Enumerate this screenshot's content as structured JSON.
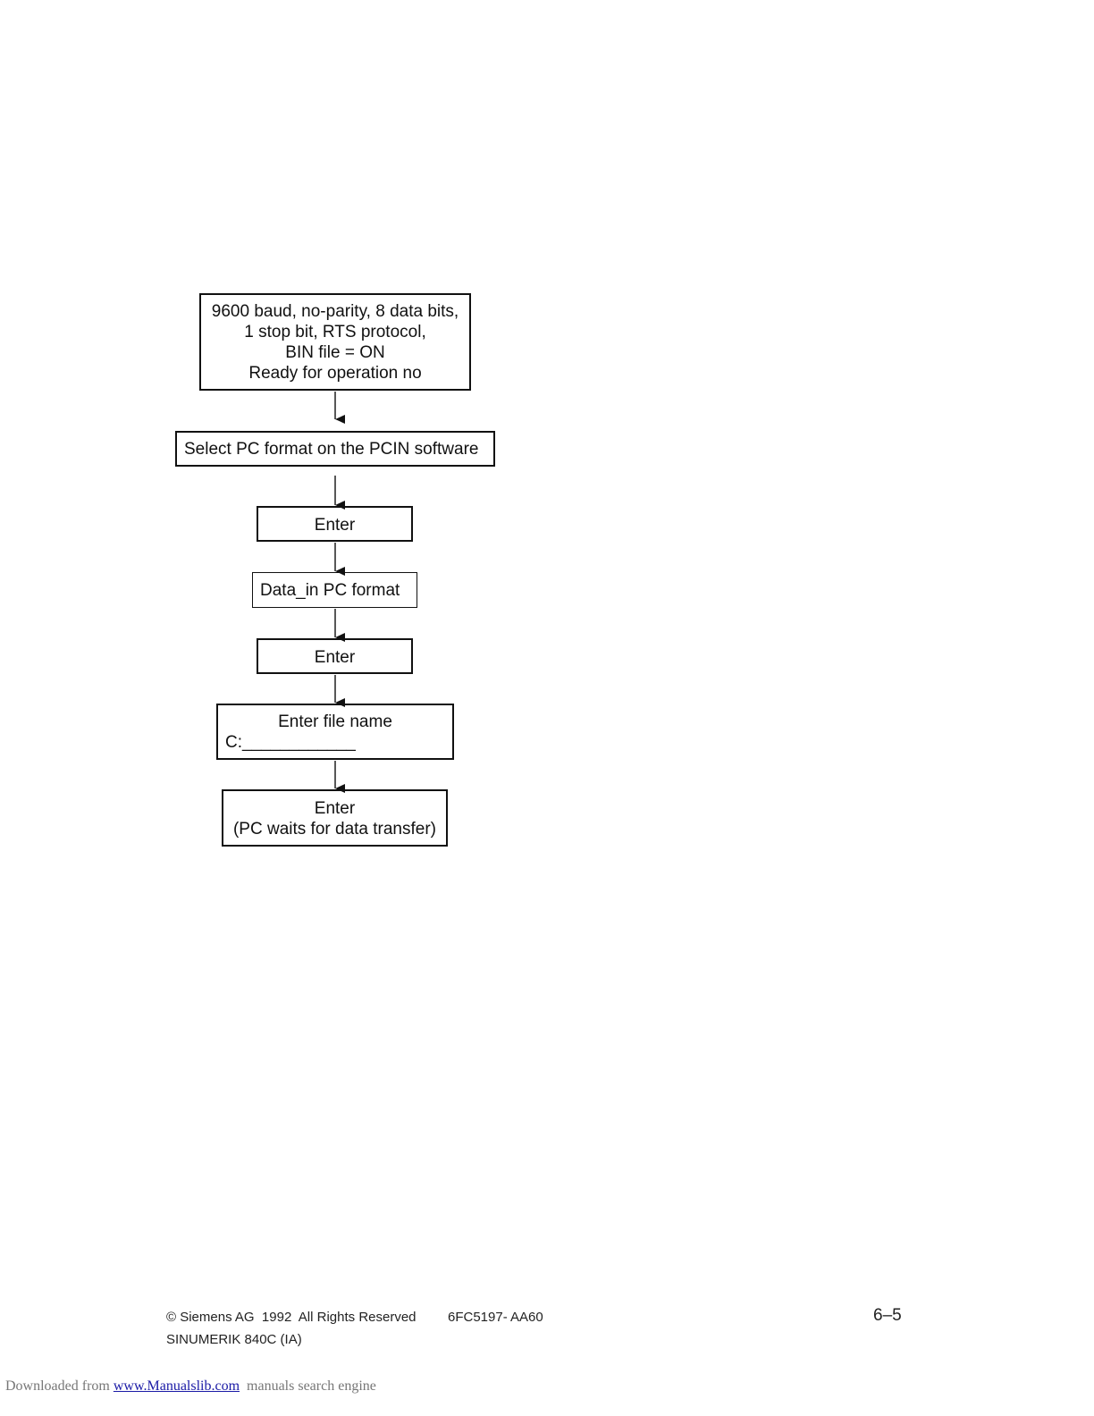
{
  "flowchart": {
    "steps": [
      {
        "lines": [
          "9600 baud, no-parity, 8 data bits,",
          "1 stop bit, RTS protocol,",
          "BIN file = ON",
          "Ready for operation no"
        ]
      },
      {
        "lines": [
          "Select PC format on the PCIN software"
        ]
      },
      {
        "lines": [
          "Enter"
        ]
      },
      {
        "lines": [
          "Data_in PC format"
        ]
      },
      {
        "lines": [
          "Enter"
        ]
      },
      {
        "lines": [
          "Enter file name",
          "C:____________"
        ]
      },
      {
        "lines": [
          "Enter",
          "(PC waits for data transfer)"
        ]
      }
    ]
  },
  "footer": {
    "copyright": "© Siemens AG  1992  All Rights Reserved",
    "doc_number": "6FC5197- AA60",
    "product": "SINUMERIK 840C (IA)",
    "page_number": "6–5"
  },
  "watermark": {
    "prefix": "Downloaded from ",
    "link_text": "www.Manualslib.com",
    "suffix": "  manuals search engine"
  }
}
